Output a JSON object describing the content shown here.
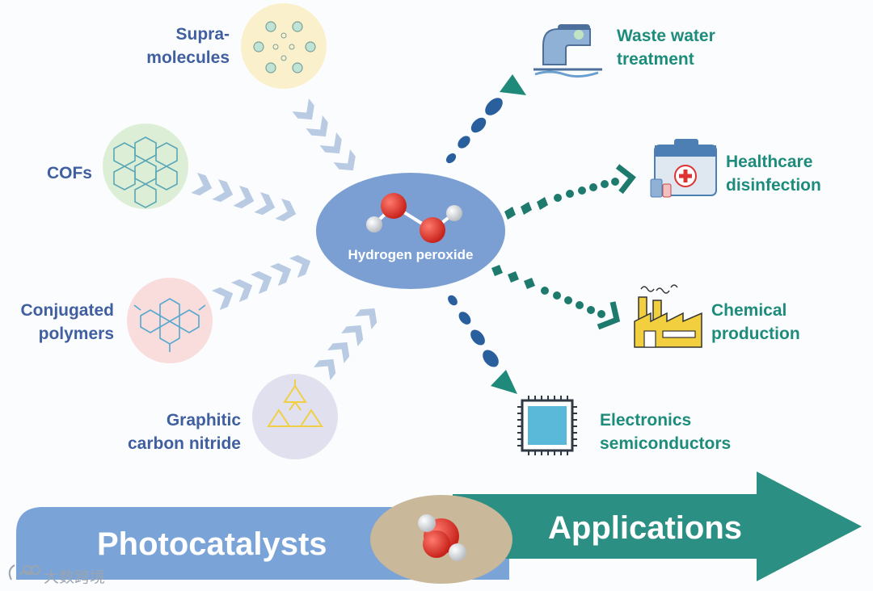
{
  "center": {
    "label": "Hydrogen peroxide"
  },
  "photocatalysts": [
    {
      "line1": "Supra-",
      "line2": "molecules"
    },
    {
      "line1": "COFs",
      "line2": ""
    },
    {
      "line1": "Conjugated",
      "line2": "polymers"
    },
    {
      "line1": "Graphitic",
      "line2": "carbon nitride"
    }
  ],
  "applications": [
    {
      "line1": "Waste water",
      "line2": "treatment",
      "icon": "water-pipe-icon"
    },
    {
      "line1": "Healthcare",
      "line2": "disinfection",
      "icon": "medical-kit-icon"
    },
    {
      "line1": "Chemical",
      "line2": "production",
      "icon": "factory-icon"
    },
    {
      "line1": "Electronics",
      "line2": "semiconductors",
      "icon": "chip-icon"
    }
  ],
  "banner": {
    "left": "Photocatalysts",
    "right": "Applications"
  },
  "watermark": "大数跨境",
  "colors": {
    "blue_text": "#3f5fa0",
    "teal_text": "#1e8c7c",
    "ellipse": "#7b9fd3",
    "arrow_blue": "#2a5f9e",
    "arrow_teal": "#1f8a7a",
    "band_blue": "#7aa3d8",
    "band_teal": "#2b8f83"
  }
}
